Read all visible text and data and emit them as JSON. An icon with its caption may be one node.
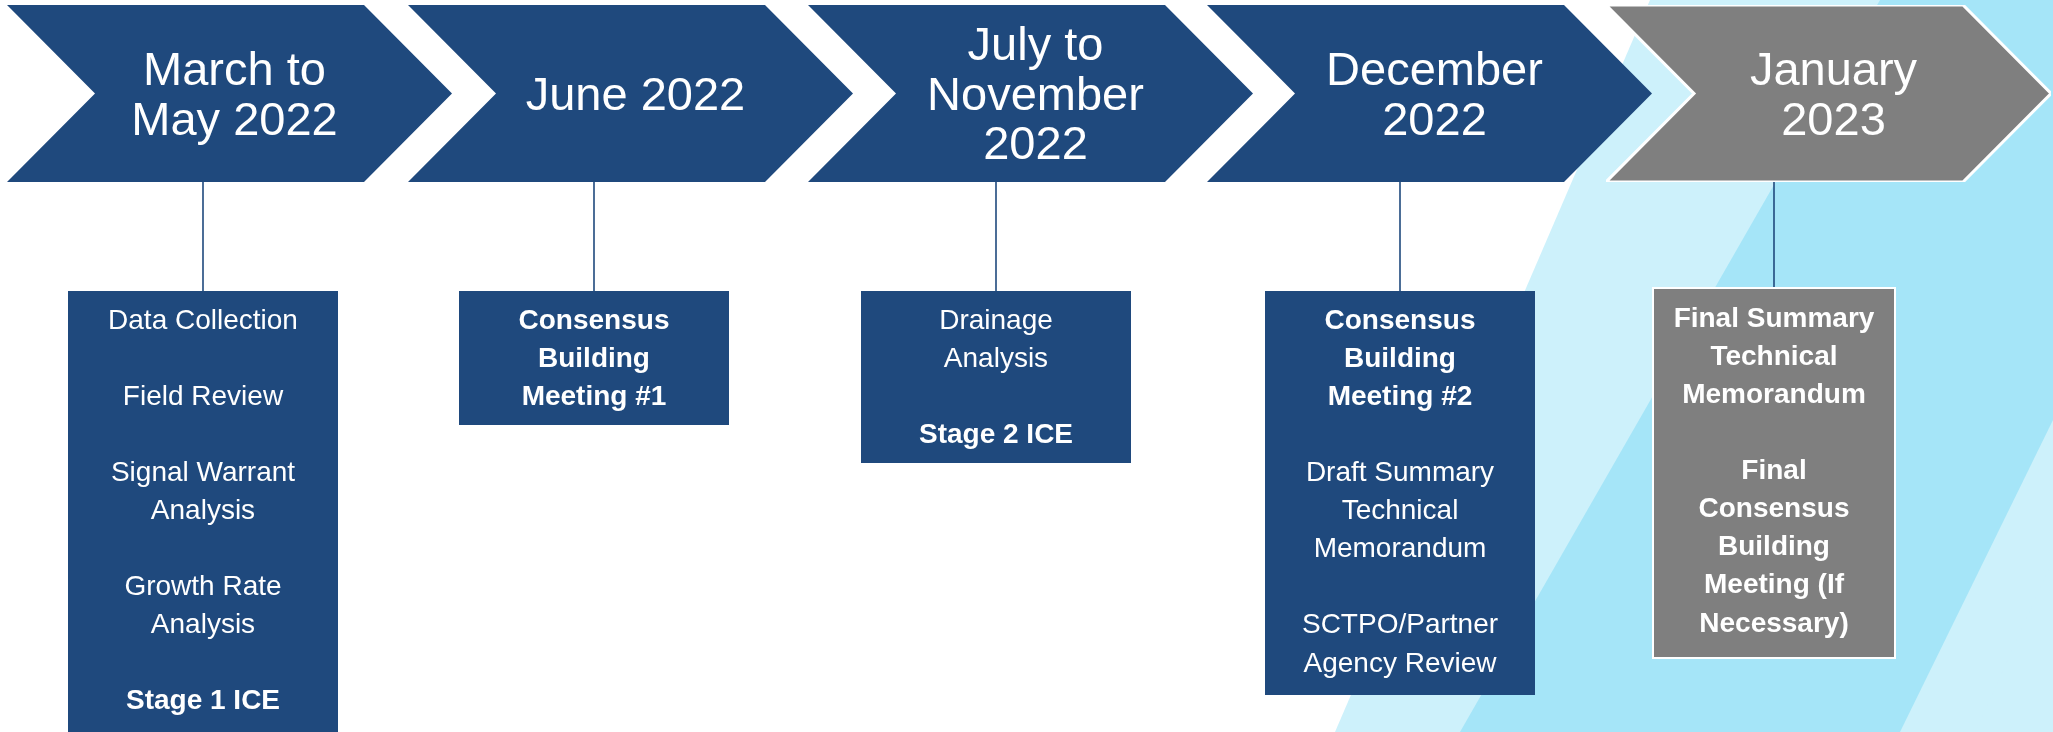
{
  "diagram": {
    "nodes": [
      {
        "text": [
          "March to May 2022"
        ]
      },
      {
        "text": [
          "June 2022"
        ]
      },
      {
        "text": [
          "July to November 2022"
        ]
      },
      {
        "text": [
          "December 2022"
        ]
      },
      {
        "text": [
          "January 2023"
        ]
      },
      {
        "text": [
          "Data Collection",
          "Field Review",
          "Signal Warrant Analysis",
          "Growth Rate Analysis",
          "**Stage 1 ICE**"
        ]
      },
      {
        "text": [
          "**Consensus Building Meeting #1**"
        ]
      },
      {
        "text": [
          "Drainage Analysis",
          "**Stage 2 ICE**"
        ]
      },
      {
        "text": [
          "**Consensus Building Meeting #2**",
          "Draft Summary Technical Memorandum",
          "SCTPO/Partner Agency Review"
        ]
      },
      {
        "text": [
          "**Final Summary Technical Memorandum**",
          "**Final Consensus Building Meeting (If Necessary)**"
        ]
      }
    ],
    "edges": [
      {
        "from": 0,
        "to": 5,
        "arrow": "none"
      },
      {
        "from": 1,
        "to": 6,
        "arrow": "none"
      },
      {
        "from": 2,
        "to": 7,
        "arrow": "none"
      },
      {
        "from": 3,
        "to": 8,
        "arrow": "none"
      },
      {
        "from": 4,
        "to": 9,
        "arrow": "none"
      }
    ]
  }
}
